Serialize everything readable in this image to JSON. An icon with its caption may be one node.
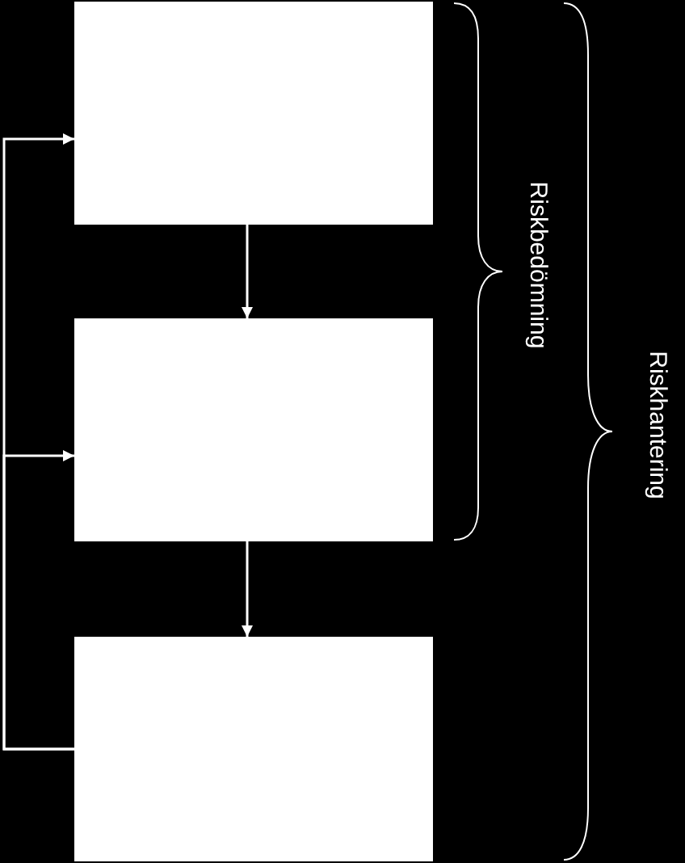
{
  "diagram": {
    "nodes": [
      {
        "text": [],
        "shape": "box"
      },
      {
        "text": [],
        "shape": "box"
      },
      {
        "text": [],
        "shape": "box"
      }
    ],
    "edges": [
      {
        "from": 0,
        "to": 1,
        "arrow": "to"
      },
      {
        "from": 1,
        "to": 2,
        "arrow": "to"
      },
      {
        "from": 2,
        "to": 0,
        "arrow": "to"
      },
      {
        "from": 2,
        "to": 1,
        "arrow": "to"
      }
    ],
    "labels": [
      "Riskbedömning",
      "Riskhantering"
    ]
  }
}
